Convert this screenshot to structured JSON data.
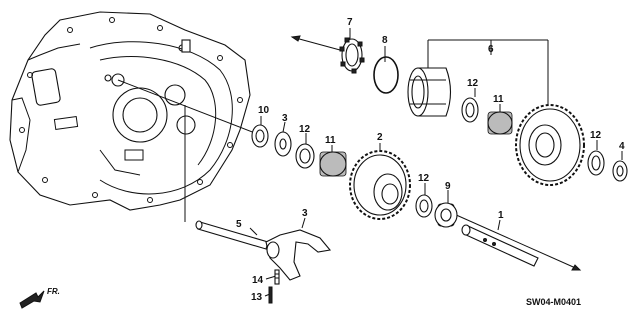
{
  "diagram_code": "SW04-M0401",
  "direction_label": "FR.",
  "callouts": [
    "1",
    "2",
    "3",
    "3",
    "4",
    "5",
    "6",
    "7",
    "8",
    "9",
    "10",
    "11",
    "11",
    "12",
    "12",
    "12",
    "12",
    "13",
    "14"
  ]
}
